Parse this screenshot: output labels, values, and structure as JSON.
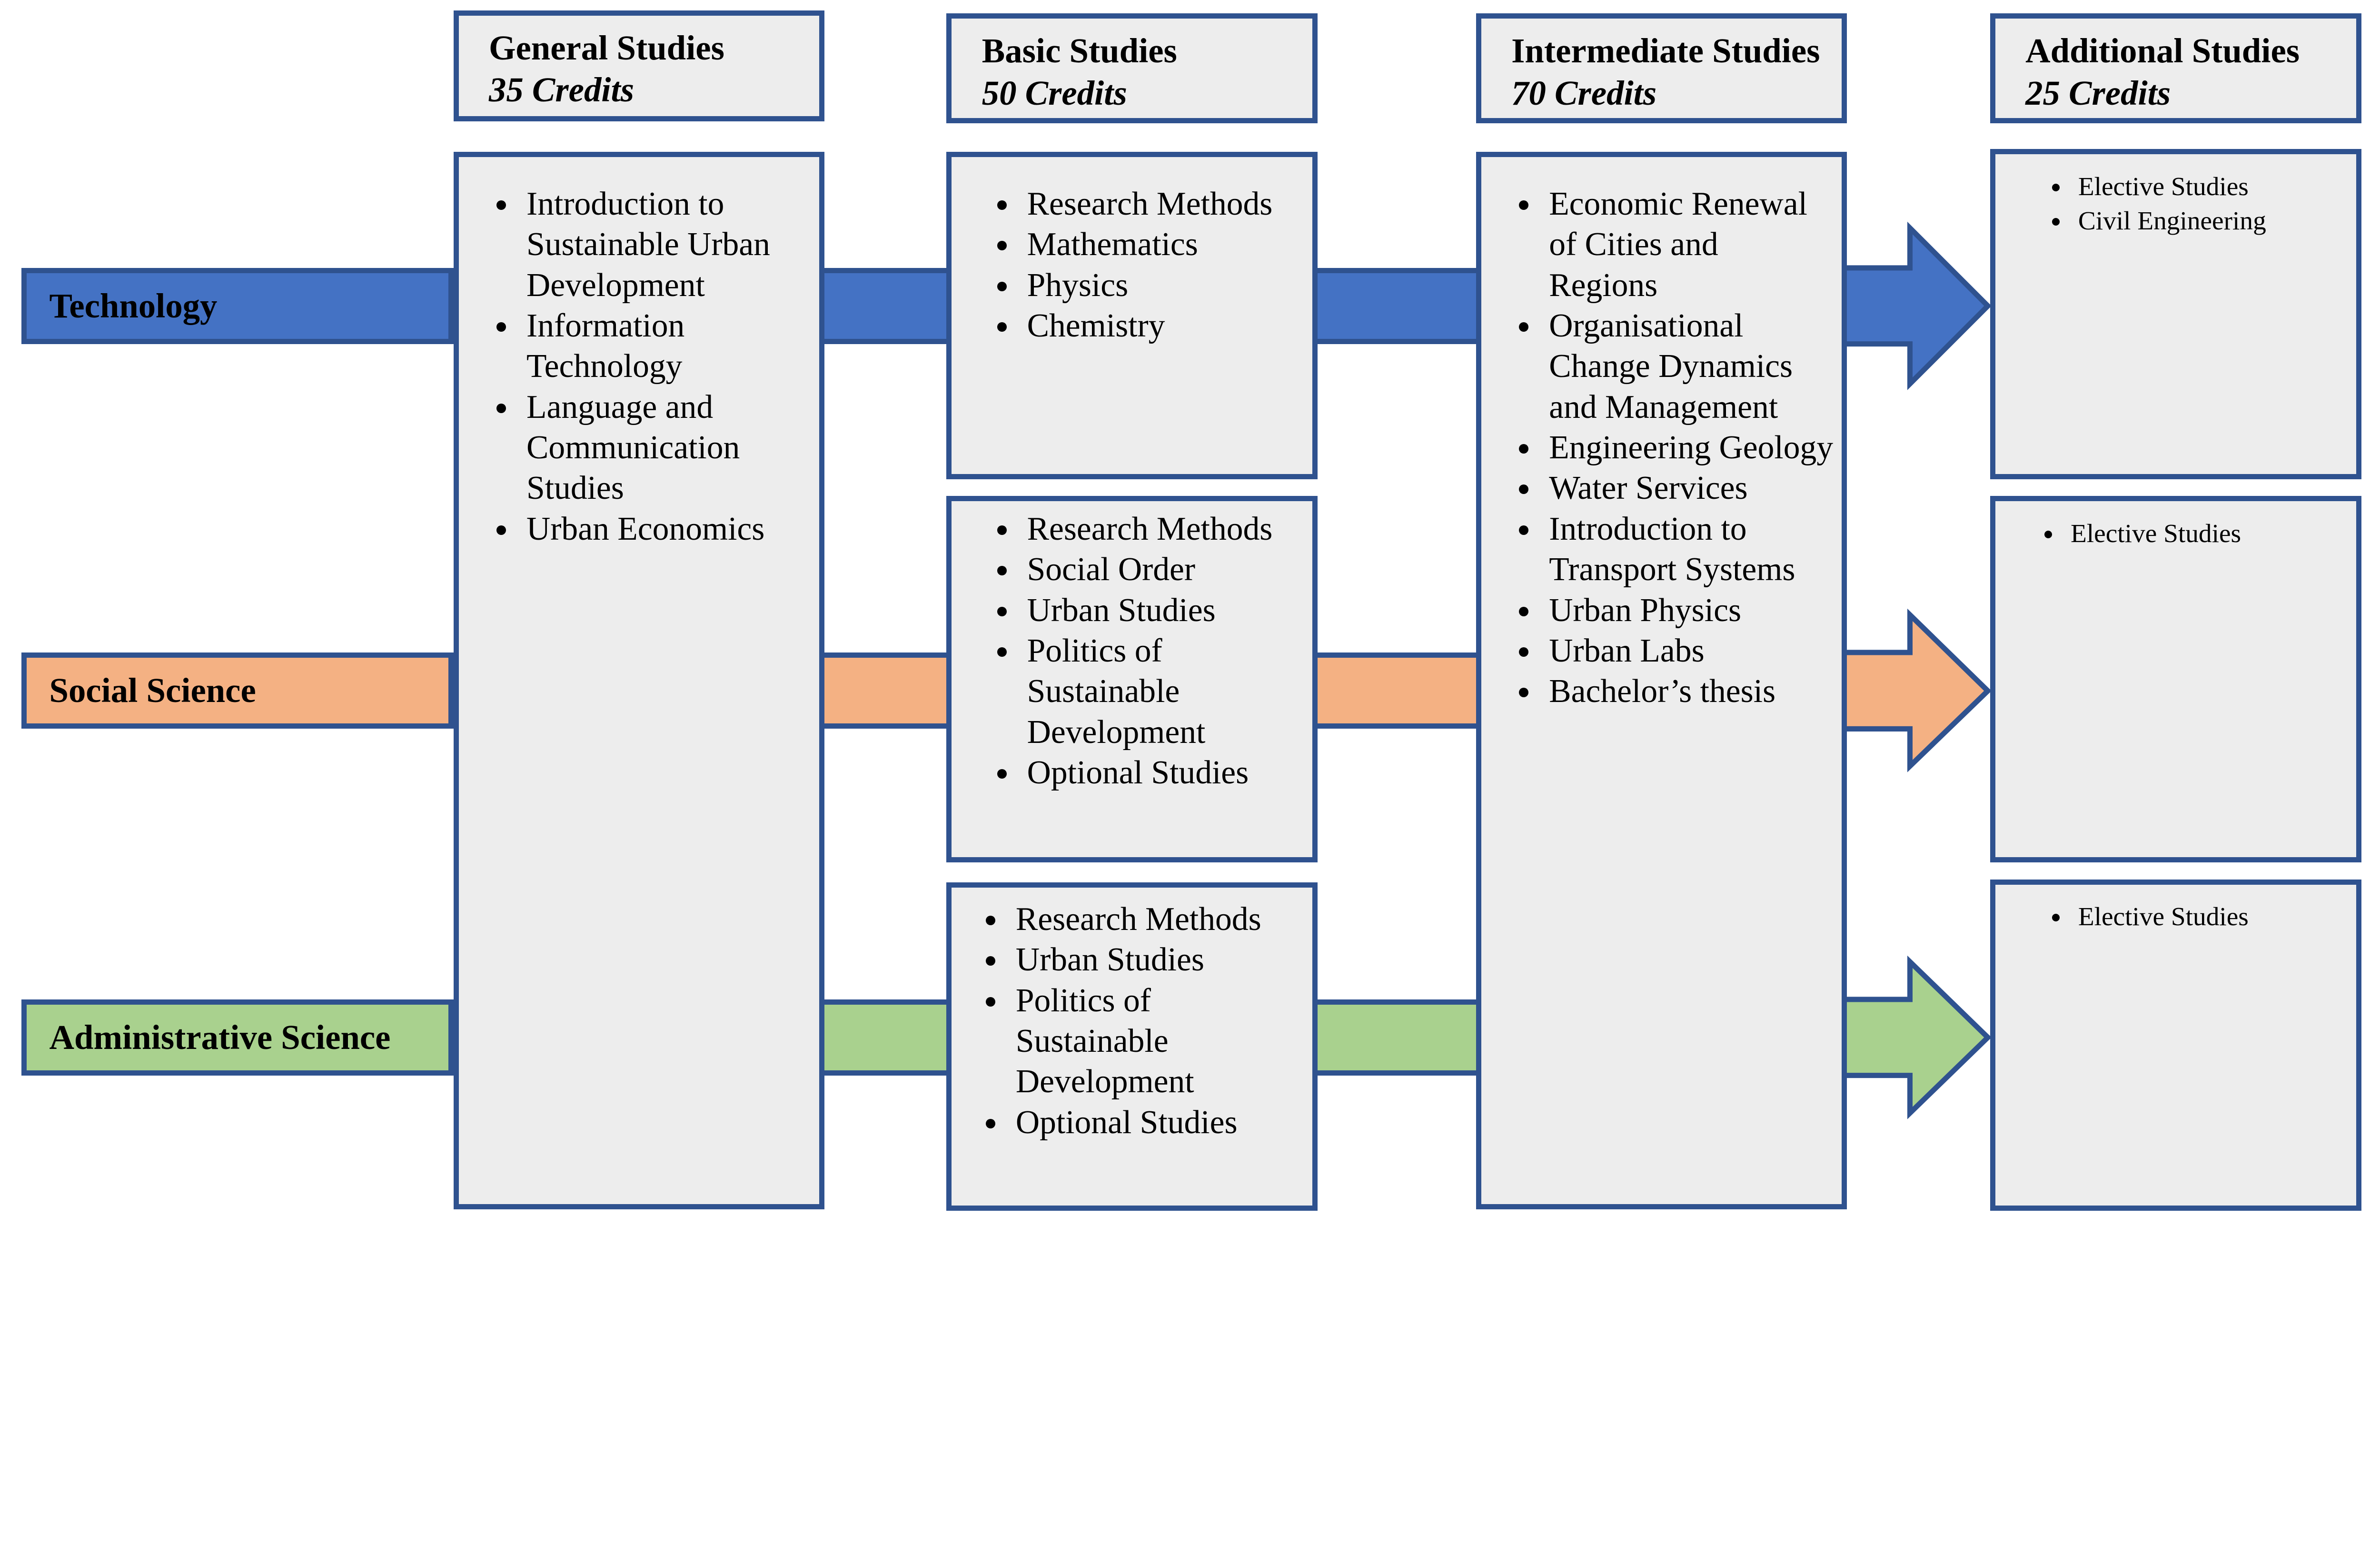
{
  "colors": {
    "technology": "#4472C4",
    "social_science": "#F4B183",
    "administrative_science": "#A9D18E",
    "border": "#2F528F",
    "box_fill": "#EDEDED"
  },
  "tracks": [
    {
      "label": "Technology"
    },
    {
      "label": "Social Science"
    },
    {
      "label": "Administrative Science"
    }
  ],
  "stages": [
    {
      "title": "General Studies",
      "credits": "35 Credits"
    },
    {
      "title": "Basic Studies",
      "credits": "50 Credits"
    },
    {
      "title": "Intermediate Studies",
      "credits": "70 Credits"
    },
    {
      "title": "Additional Studies",
      "credits": "25 Credits"
    }
  ],
  "general_studies": [
    "Introduction to Sustainable Urban Development",
    "Information Technology",
    "Language and Communication Studies",
    "Urban Economics"
  ],
  "basic_studies": {
    "technology": [
      "Research Methods",
      "Mathematics",
      "Physics",
      "Chemistry"
    ],
    "social_science": [
      "Research Methods",
      "Social Order",
      "Urban Studies",
      "Politics of Sustainable Development",
      "Optional Studies"
    ],
    "administrative_science": [
      "Research Methods",
      "Urban Studies",
      "Politics of Sustainable Development",
      "Optional Studies"
    ]
  },
  "intermediate_studies": [
    "Economic Renewal of Cities and Regions",
    "Organisational Change Dynamics and Management",
    "Engineering Geology",
    "Water Services",
    "Introduction to Transport Systems",
    "Urban Physics",
    "Urban Labs",
    "Bachelor’s thesis"
  ],
  "additional_studies": {
    "technology": [
      "Elective Studies",
      "Civil Engineering"
    ],
    "social_science": [
      "Elective Studies"
    ],
    "administrative_science": [
      "Elective Studies"
    ]
  }
}
